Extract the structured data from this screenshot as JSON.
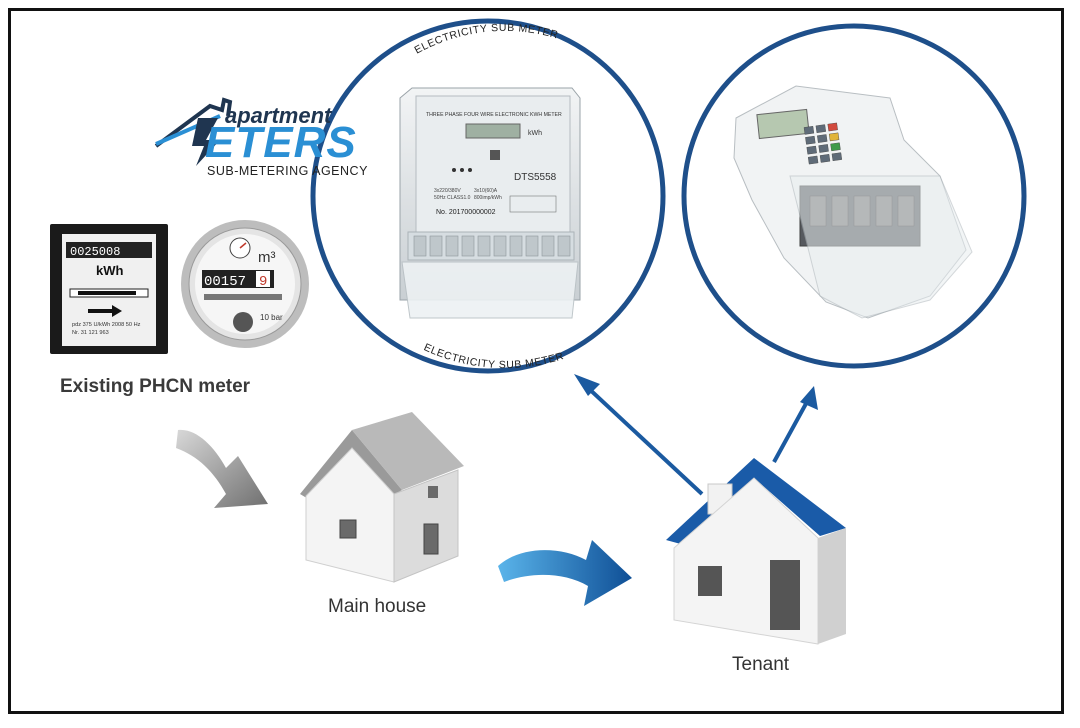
{
  "logo": {
    "word_top": "apartment",
    "word_main": "ETERS",
    "tagline": "SUB-METERING AGENCY"
  },
  "existing_meter": {
    "label": "Existing PHCN meter",
    "kwh_digits": "0025008",
    "kwh_unit": "kWh",
    "fineprint_1": "pdz 375 U/kWh 2008 50 Hz",
    "fineprint_2": "Nr.   31 121 963",
    "water_digits": "00157",
    "water_red_digit": "9",
    "water_unit": "m³",
    "water_pressure": "10 bar"
  },
  "sub_meter_1": {
    "ring_text_top": "ELECTRICITY SUB METER",
    "ring_text_bottom": "ELECTRICITY SUB METER",
    "header": "THREE PHASE FOUR WIRE ELECTRONIC KWH METER",
    "model": "DTS5558",
    "unit": "kWh",
    "serial": "No. 201700000002",
    "spec_1": "3x220/380V",
    "spec_2": "3x10(60)A",
    "spec_3": "50Hz  CLASS1.0",
    "spec_4": "800imp/kWh"
  },
  "houses": {
    "main_label": "Main house",
    "tenant_label": "Tenant"
  },
  "colors": {
    "ring": "#1e4f8a",
    "arrow_blue": "#1b5aa0",
    "arrow_gray": "#8a8a8a",
    "tenant_roof": "#1a5ba8",
    "logo_blue": "#2a8fd4"
  }
}
